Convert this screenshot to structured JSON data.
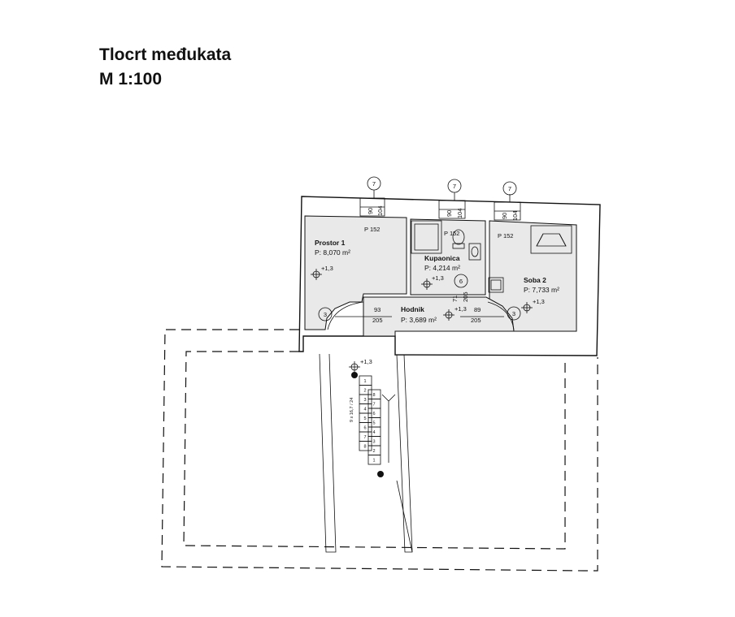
{
  "title": {
    "line1": "Tlocrt međukata",
    "line2": "M 1:100"
  },
  "rooms": {
    "prostor1": {
      "name": "Prostor 1",
      "area": "P: 8,070 m²"
    },
    "kupaonica": {
      "name": "Kupaonica",
      "area": "P: 4,214 m²"
    },
    "soba2": {
      "name": "Soba 2",
      "area": "P: 7,733 m²"
    },
    "hodnik": {
      "name": "Hodnik",
      "area": "P: 3,689 m²"
    }
  },
  "elevation": "+1,3",
  "windows": {
    "tag": "7",
    "width": "90",
    "height": "104",
    "sill": "P 152"
  },
  "doors": {
    "left": {
      "tag": "3",
      "width": "93",
      "height": "205"
    },
    "right": {
      "tag": "3",
      "width": "89",
      "height": "205"
    },
    "bath": {
      "tag": "6",
      "width": "71",
      "height": "205"
    }
  },
  "stairs": {
    "steps_left": [
      "1",
      "2",
      "3",
      "4",
      "5",
      "6",
      "7",
      "8"
    ],
    "steps_right": [
      "8",
      "7",
      "6",
      "5",
      "4",
      "3",
      "2",
      "1"
    ],
    "label": "9 x 16,7 / 24"
  }
}
